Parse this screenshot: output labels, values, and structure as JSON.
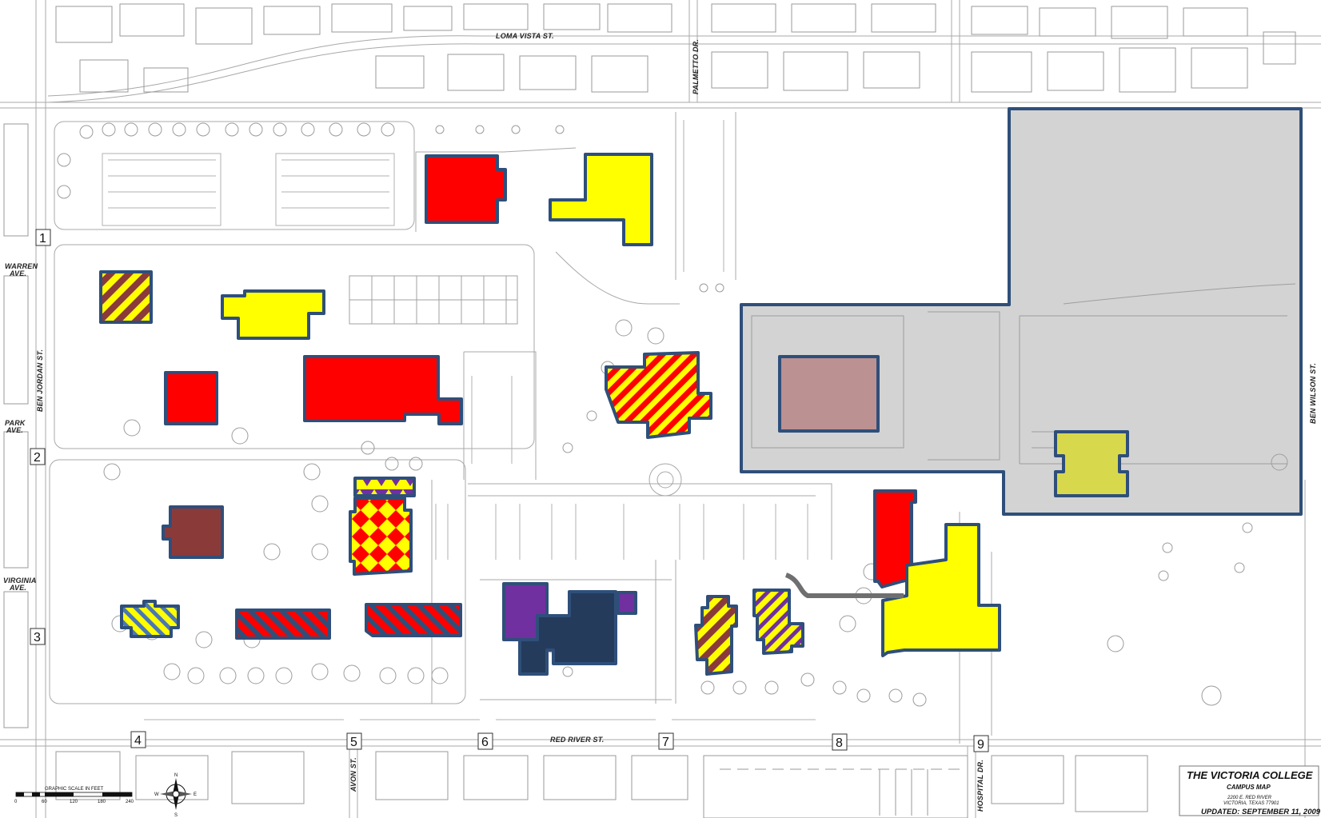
{
  "title_block": {
    "institution": "THE VICTORIA COLLEGE",
    "map_title": "CAMPUS MAP",
    "address_line1": "2200 E. RED RIVER",
    "address_line2": "VICTORIA, TEXAS 77901",
    "updated": "UPDATED: SEPTEMBER 11, 2009"
  },
  "streets": {
    "loma_vista": "LOMA VISTA ST.",
    "palmetto": "PALMETTO DR.",
    "ben_jordan": "BEN JORDAN ST.",
    "ben_wilson": "BEN WILSON ST.",
    "red_river": "RED RIVER ST.",
    "avon": "AVON ST.",
    "hospital": "HOSPITAL DR.",
    "warren_1": "WARREN",
    "warren_2": "AVE.",
    "park_1": "PARK",
    "park_2": "AVE.",
    "virginia_1": "VIRGINIA",
    "virginia_2": "AVE."
  },
  "grid_markers": {
    "m1": "1",
    "m2": "2",
    "m3": "3",
    "m4": "4",
    "m5": "5",
    "m6": "6",
    "m7": "7",
    "m8": "8",
    "m9": "9"
  },
  "scale_bar": {
    "title": "GRAPHIC SCALE IN FEET",
    "t0": "0",
    "t1": "60",
    "t2": "120",
    "t3": "180",
    "t4": "240"
  },
  "north_arrow": {
    "n": "N",
    "s": "S",
    "e": "E",
    "w": "W"
  },
  "colors": {
    "red": "#ff0000",
    "yellow": "#ffff00",
    "brown": "#8b3a3a",
    "purple": "#7030a0",
    "navy": "#243b5c",
    "outline": "#2f4f7a",
    "annex_gray": "#d3d3d3",
    "annex_brown": "#bc9191",
    "annex_yellow": "#d8d84c"
  }
}
